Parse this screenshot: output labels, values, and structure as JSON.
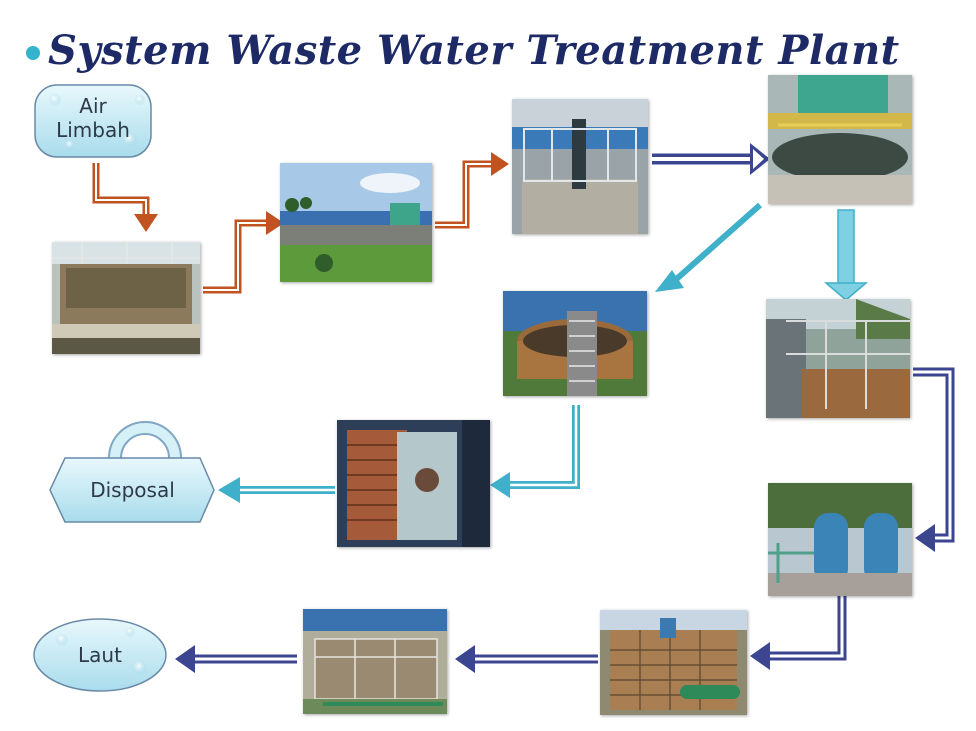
{
  "title": "System Waste Water Treatment Plant",
  "nodes": {
    "input": "Air Limbah",
    "disposal": "Disposal",
    "output": "Laut"
  },
  "colors": {
    "title": "#1d2a66",
    "arrow_orange": "#c0531f",
    "arrow_cyan": "#3fb0c9",
    "arrow_navy": "#3b4590",
    "node_fill": "#cdeef7"
  },
  "photos": [
    "equalization-basin-photo",
    "plant-overview-photo",
    "mixing-tank-photo",
    "clarifier-photo",
    "sludge-thickener-photo",
    "treatment-tank-photo",
    "filter-press-photo",
    "filter-tanks-photo",
    "outlet-basin-photo",
    "final-basin-photo"
  ]
}
